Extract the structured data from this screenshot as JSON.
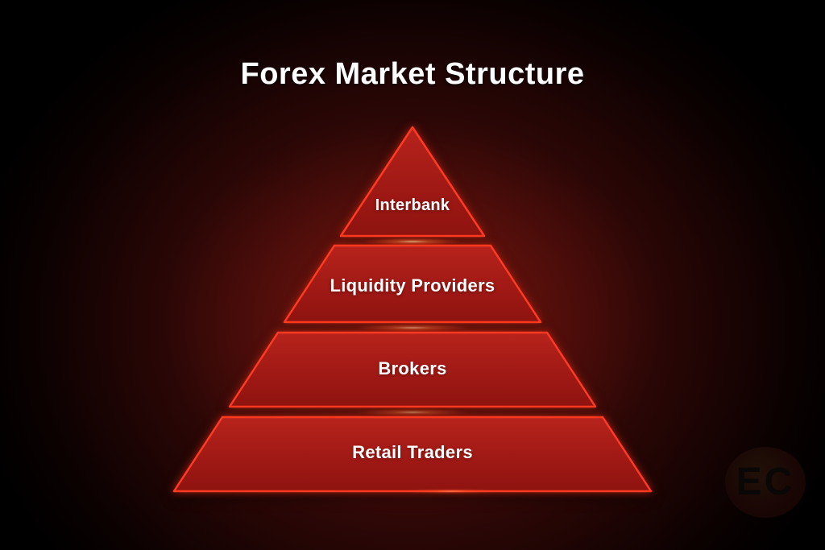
{
  "title": "Forex Market Structure",
  "diagram": {
    "type": "pyramid",
    "tiers": [
      {
        "level": 1,
        "label": "Interbank"
      },
      {
        "level": 2,
        "label": "Liquidity Providers"
      },
      {
        "level": 3,
        "label": "Brokers"
      },
      {
        "level": 4,
        "label": "Retail Traders"
      }
    ]
  },
  "watermark": {
    "text": "EC"
  },
  "colors": {
    "background": "#000000",
    "glow": "#5c100c",
    "tier_fill_top": "#b7231c",
    "tier_fill_bottom": "#8e1310",
    "tier_stroke": "#ff3a20",
    "label_text": "#ffffff"
  }
}
